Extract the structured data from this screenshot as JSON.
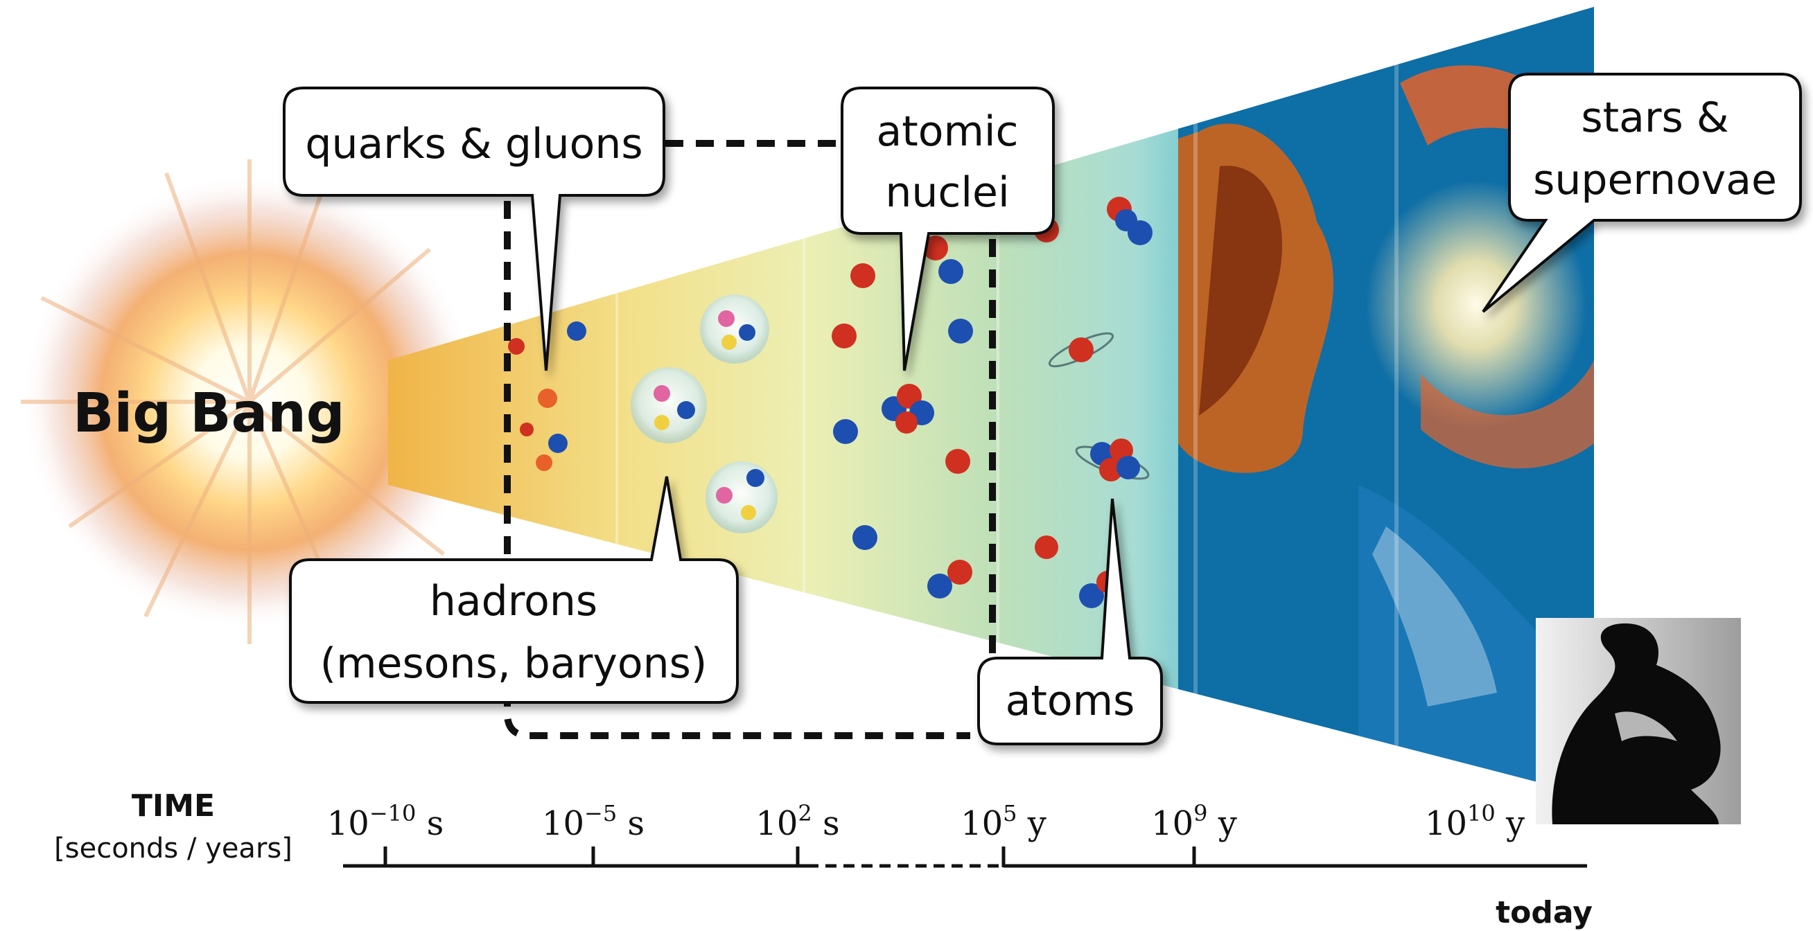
{
  "big_bang_label": "Big Bang",
  "callouts": {
    "quarks_gluons": [
      "quarks & gluons"
    ],
    "atomic_nuclei": [
      "atomic",
      "nuclei"
    ],
    "stars_supernovae": [
      "stars &",
      "supernovae"
    ],
    "hadrons": [
      "hadrons",
      "(mesons, baryons)"
    ],
    "atoms": [
      "atoms"
    ]
  },
  "timeline": {
    "title": "TIME",
    "subtitle": "[seconds / years]",
    "ticks": [
      {
        "base": "10",
        "exp": "−10",
        "unit": "s"
      },
      {
        "base": "10",
        "exp": "−5",
        "unit": "s"
      },
      {
        "base": "10",
        "exp": "2",
        "unit": "s"
      },
      {
        "base": "10",
        "exp": "5",
        "unit": "y"
      },
      {
        "base": "10",
        "exp": "9",
        "unit": "y"
      },
      {
        "base": "10",
        "exp": "10",
        "unit": "y"
      }
    ],
    "end_label": "today"
  },
  "colors": {
    "quark_red": "#d03020",
    "quark_blue": "#1d4fb0",
    "quark_orange": "#e8602a",
    "nebula_orange": "#c85a20",
    "space_blue": "#0b6ea8",
    "cone_green": "#b9dcae"
  }
}
